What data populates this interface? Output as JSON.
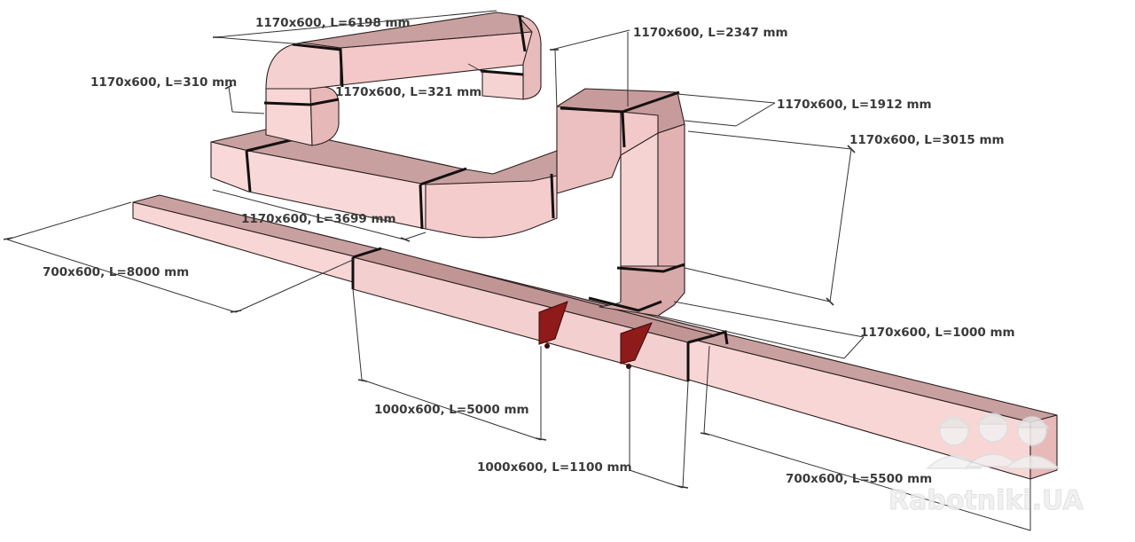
{
  "colors": {
    "duct_top": "#c9a0a0",
    "duct_front": "#f8d6d6",
    "duct_side": "#e7b9b9",
    "damper": "#8e1a1a",
    "dimension_line": "#333333",
    "label_text": "#3a3a3a"
  },
  "labels": {
    "top_6198": "1170x600, L=6198 mm",
    "left_310": "1170x600, L=310 mm",
    "mid_321": "1170x600, L=321 mm",
    "upright_2347": "1170x600, L=2347 mm",
    "right_1912": "1170x600, L=1912 mm",
    "right_3015": "1170x600, L=3015 mm",
    "left_3699": "1170x600, L=3699 mm",
    "left_8000": "700x600, L=8000 mm",
    "right_1000": "1170x600, L=1000 mm",
    "bottom_5000": "1000x600, L=5000 mm",
    "bottom_1100": "1000x600, L=1100 mm",
    "bottom_5500": "700x600, L=5500 mm"
  },
  "watermark": {
    "text": "Rabotniki.UA",
    "icon": "three-workers-helmet-icon"
  }
}
